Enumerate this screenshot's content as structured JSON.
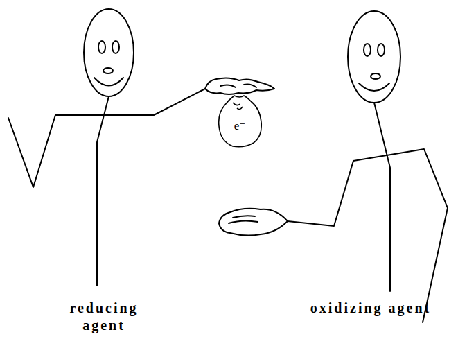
{
  "diagram": {
    "nodes": [
      {
        "text": [
          "e⁻"
        ]
      }
    ],
    "labels": [
      "reducing agent",
      "oxidizing agent"
    ]
  }
}
